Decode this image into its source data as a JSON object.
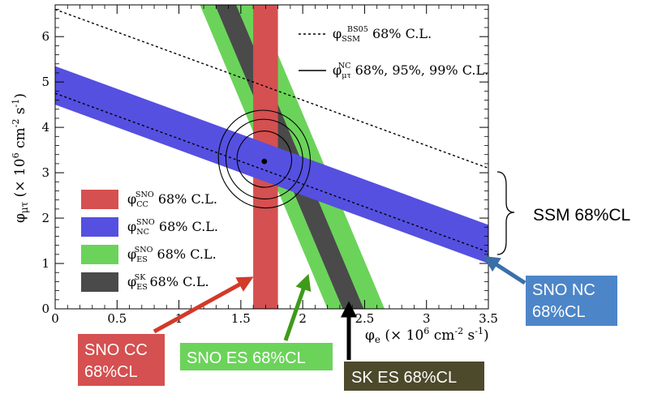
{
  "chart_data": {
    "type": "band_plot",
    "title": "",
    "xlabel": {
      "base": "φ",
      "sub": "e",
      "rest": " (× 10",
      "sup": "6",
      "unit": " cm",
      "unit_sup": "-2",
      "unit_tail": " s",
      "unit_sup2": "-1",
      "close": ")"
    },
    "ylabel": {
      "base": "φ",
      "sub": "μτ",
      "rest": " (× 10",
      "sup": "6",
      "unit": " cm",
      "unit_sup": "-2",
      "unit_tail": " s",
      "unit_sup2": "-1",
      "close": ")"
    },
    "xlim": [
      0,
      3.5
    ],
    "ylim": [
      0,
      6.7
    ],
    "xticks": [
      "0",
      "0.5",
      "1",
      "1.5",
      "2",
      "2.5",
      "3",
      "3.5"
    ],
    "xtick_values": [
      0,
      0.5,
      1,
      1.5,
      2,
      2.5,
      3,
      3.5
    ],
    "yticks": [
      "0",
      "1",
      "2",
      "3",
      "4",
      "5",
      "6"
    ],
    "ytick_values": [
      0,
      1,
      2,
      3,
      4,
      5,
      6
    ],
    "bands": [
      {
        "name": "SNO ES",
        "color": "#6bd35a",
        "kind": "sloped",
        "line_sum_weight": 6.5,
        "lower": 14.3,
        "upper": 17.3
      },
      {
        "name": "SK ES",
        "color": "#4a4a4a",
        "kind": "sloped",
        "line_sum_weight": 6.5,
        "lower": 15.1,
        "upper": 16.2
      },
      {
        "name": "SNO CC",
        "color": "#d55050",
        "kind": "vertical",
        "lower": 1.6,
        "upper": 1.8
      },
      {
        "name": "SNO NC",
        "color": "#5550e0",
        "kind": "nc",
        "lower": 4.5,
        "upper": 5.35
      }
    ],
    "ssm_lines": [
      {
        "name": "SSM upper",
        "intercept": 6.6
      },
      {
        "name": "SSM lower",
        "intercept": 4.75
      }
    ],
    "contours": [
      {
        "name": "68%",
        "cx": 1.69,
        "cy": 3.3,
        "rx": 0.22,
        "ry": 0.62,
        "rot": -12
      },
      {
        "name": "95%",
        "cx": 1.69,
        "cy": 3.3,
        "rx": 0.31,
        "ry": 0.88,
        "rot": -12
      },
      {
        "name": "99%",
        "cx": 1.69,
        "cy": 3.3,
        "rx": 0.37,
        "ry": 1.08,
        "rot": -12
      }
    ],
    "best_fit": {
      "x": 1.69,
      "y": 3.25
    },
    "legend_top": [
      {
        "style": "dashed",
        "sym": "φ",
        "sub": "SSM",
        "sup": "BS05",
        "text": " 68% C.L."
      },
      {
        "style": "solid",
        "sym": "φ",
        "sub": "μτ",
        "sup": "NC",
        "text": " 68%, 95%, 99% C.L."
      }
    ],
    "legend_bottom": [
      {
        "color": "#d55050",
        "sym": "φ",
        "sub": "CC",
        "sup": "SNO",
        "text": " 68% C.L."
      },
      {
        "color": "#5550e0",
        "sym": "φ",
        "sub": "NC",
        "sup": "SNO",
        "text": " 68% C.L."
      },
      {
        "color": "#6bd35a",
        "sym": "φ",
        "sub": "ES",
        "sup": "SNO",
        "text": " 68% C.L."
      },
      {
        "color": "#4a4a4a",
        "sym": "φ",
        "sub": "ES",
        "sup": "SK",
        "text": " 68% C.L."
      }
    ],
    "brace_label": "SSM 68%CL",
    "annotations": [
      {
        "name": "sno-cc-callout",
        "lines": [
          "SNO CC",
          "68%CL"
        ],
        "color": "#d55050",
        "text_color": "#ffffff",
        "arrow_color": "#d23a2a"
      },
      {
        "name": "sno-es-callout",
        "lines": [
          "SNO ES 68%CL"
        ],
        "color": "#6bd35a",
        "text_color": "#ffffff",
        "arrow_color": "#3f9a1a"
      },
      {
        "name": "sk-es-callout",
        "lines": [
          "SK ES  68%CL"
        ],
        "color": "#4d4a2c",
        "text_color": "#ffffff",
        "arrow_color": "#000000"
      },
      {
        "name": "sno-nc-callout",
        "lines": [
          "SNO NC",
          "68%CL"
        ],
        "color": "#4d86c8",
        "text_color": "#ffffff",
        "arrow_color": "#3a6fa8"
      }
    ]
  }
}
